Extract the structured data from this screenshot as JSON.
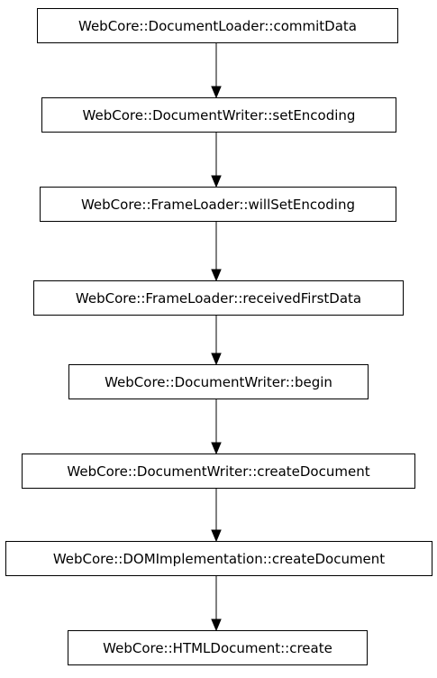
{
  "diagram": {
    "nodes": [
      {
        "id": "n1",
        "label": "WebCore::DocumentLoader::commitData"
      },
      {
        "id": "n2",
        "label": "WebCore::DocumentWriter::setEncoding"
      },
      {
        "id": "n3",
        "label": "WebCore::FrameLoader::willSetEncoding"
      },
      {
        "id": "n4",
        "label": "WebCore::FrameLoader::receivedFirstData"
      },
      {
        "id": "n5",
        "label": "WebCore::DocumentWriter::begin"
      },
      {
        "id": "n6",
        "label": "WebCore::DocumentWriter::createDocument"
      },
      {
        "id": "n7",
        "label": "WebCore::DOMImplementation::createDocument"
      },
      {
        "id": "n8",
        "label": "WebCore::HTMLDocument::create"
      }
    ],
    "edges": [
      {
        "from": "n1",
        "to": "n2"
      },
      {
        "from": "n2",
        "to": "n3"
      },
      {
        "from": "n3",
        "to": "n4"
      },
      {
        "from": "n4",
        "to": "n5"
      },
      {
        "from": "n5",
        "to": "n6"
      },
      {
        "from": "n6",
        "to": "n7"
      },
      {
        "from": "n7",
        "to": "n8"
      }
    ]
  }
}
